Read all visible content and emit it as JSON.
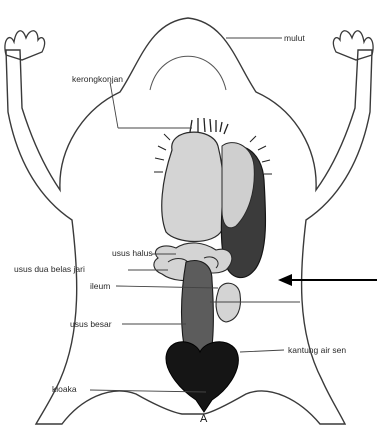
{
  "diagram": {
    "labels": {
      "mulut": "mulut",
      "kerongkongan": "kerongkonjan",
      "usus_halus": "usus halus",
      "usus_dua_belas_jari": "usus dua belas jari",
      "ileum": "ileum",
      "usus_besar": "usus besar",
      "kloaka": "kloaka",
      "kantung_air_seni": "kantung air sen",
      "figure_letter": "A"
    },
    "colors": {
      "outline": "#3a3a3a",
      "organ_light": "#d4d4d4",
      "organ_mid": "#9a9a9a",
      "organ_dark": "#3b3b3b",
      "organ_black": "#151515",
      "arrow": "#000000"
    }
  }
}
